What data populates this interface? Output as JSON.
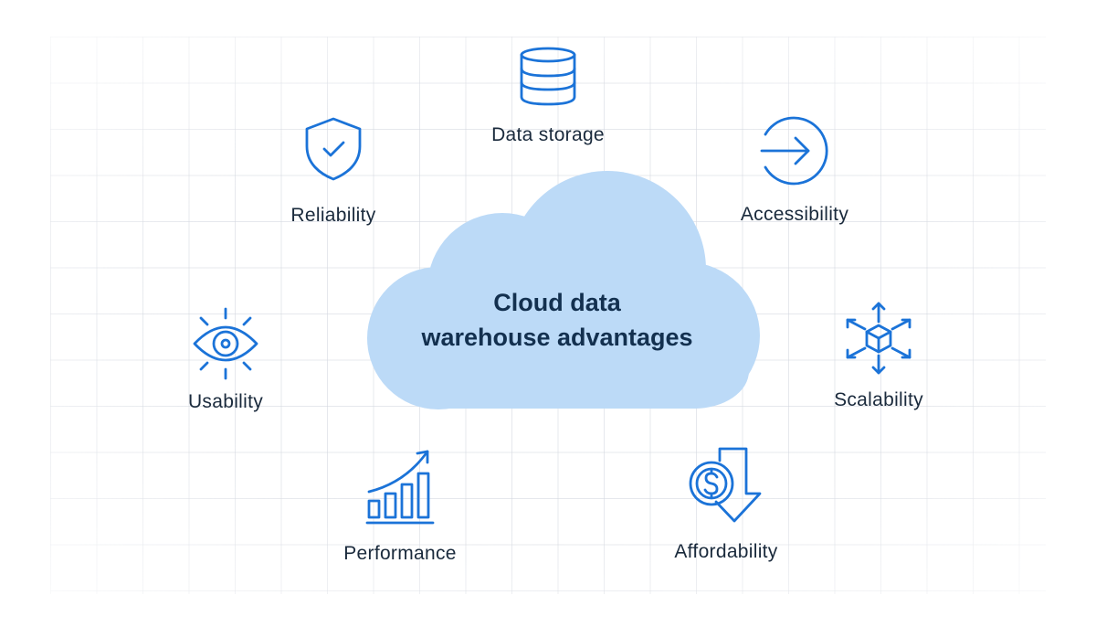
{
  "diagram": {
    "center": {
      "line1": "Cloud data",
      "line2": "warehouse advantages"
    },
    "advantages": [
      {
        "label": "Data storage",
        "icon": "database-icon"
      },
      {
        "label": "Reliability",
        "icon": "shield-check-icon"
      },
      {
        "label": "Accessibility",
        "icon": "arrow-into-circle-icon"
      },
      {
        "label": "Usability",
        "icon": "eye-icon"
      },
      {
        "label": "Scalability",
        "icon": "cube-expand-icon"
      },
      {
        "label": "Performance",
        "icon": "growth-bar-chart-icon"
      },
      {
        "label": "Affordability",
        "icon": "dollar-down-arrow-icon"
      }
    ]
  },
  "colors": {
    "icon": "#1b73d8",
    "cloud_fill": "#bcdaf7",
    "title": "#13304f",
    "label": "#1a2a3c",
    "grid": "#d2d6de"
  }
}
